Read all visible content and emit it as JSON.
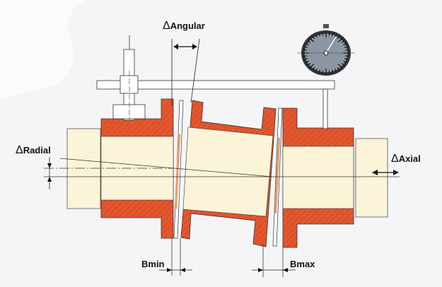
{
  "labels": {
    "angular": "Angular",
    "radial": "Radial",
    "axial": "Axial",
    "bmin": "Bmin",
    "bmax": "Bmax",
    "delta_symbol": "Δ"
  },
  "colors": {
    "hub": "#e4572e",
    "shaft": "#fbf4d8",
    "gauge": "#8c96a3",
    "background": "#f5f5f7"
  }
}
